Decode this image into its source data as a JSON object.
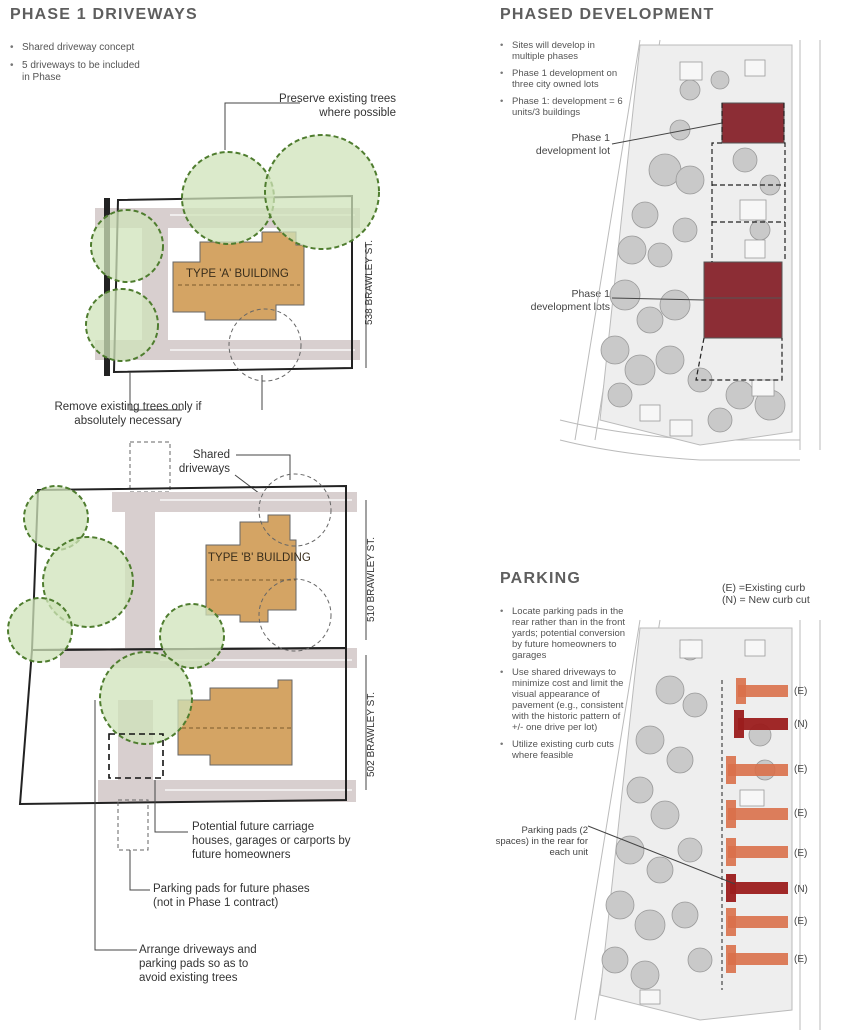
{
  "phase1": {
    "title": "PHASE 1 DRIVEWAYS",
    "bullets": [
      "Shared driveway concept",
      "5 driveways to be included in Phase"
    ],
    "callouts": {
      "preserve_trees": [
        "Preserve existing trees",
        "where possible"
      ],
      "remove_trees": [
        "Remove existing trees only if",
        "absolutely necessary"
      ],
      "shared_driveways": [
        "Shared",
        "driveways"
      ],
      "future_carriage": [
        "Potential future carriage",
        "houses, garages or carports by",
        "future homeowners"
      ],
      "parking_pads_future": [
        "Parking pads for future phases",
        "(not in Phase 1 contract)"
      ],
      "arrange_driveways": [
        "Arrange driveways and",
        "parking pads so as to",
        "avoid existing trees"
      ]
    },
    "building_a": "TYPE 'A' BUILDING",
    "building_b": "TYPE 'B' BUILDING",
    "street_538": "538 BRAWLEY ST.",
    "street_510": "510 BRAWLEY ST.",
    "street_502": "502 BRAWLEY ST."
  },
  "phased": {
    "title": "PHASED DEVELOPMENT",
    "bullets": [
      "Sites will develop in multiple phases",
      "Phase 1 development on three city owned lots",
      "Phase 1: development = 6 units/3 buildings"
    ],
    "label_lot": [
      "Phase 1",
      "development lot"
    ],
    "label_lots": [
      "Phase 1",
      "development lots"
    ]
  },
  "parking": {
    "title": "PARKING",
    "legend": [
      "(E) =Existing curb",
      "(N) = New curb cut"
    ],
    "bullets": [
      "Locate parking pads in the rear rather than in the front yards; potential conversion by future homeowners to garages",
      "Use shared driveways to minimize cost and limit the visual appearance of pavement (e.g., consistent with the historic pattern of +/- one drive per lot)",
      "Utilize existing curb cuts where feasible"
    ],
    "pads_label": [
      "Parking pads (2",
      "spaces) in the rear for",
      "each unit"
    ],
    "curb_tags": [
      "(E)",
      "(N)",
      "(E)",
      "(E)",
      "(E)",
      "(N)",
      "(E)",
      "(E)"
    ]
  },
  "colors": {
    "tree_fill": "#cfe3b9",
    "tree_stroke": "#4f7d2f",
    "building": "#d4a464",
    "driveway": "#d8cfcf",
    "phase1_lot": "#8c2d35",
    "parking_existing": "#d9704a",
    "parking_new": "#9b1c1c"
  }
}
